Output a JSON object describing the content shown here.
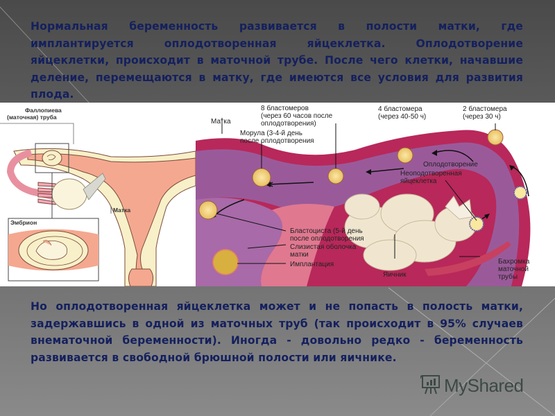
{
  "slide": {
    "top_paragraph": "Нормальная беременность развивается в полости матки, где имплантируется оплодотворенная яйцеклетка. Оплодотворение яйцеклетки, происходит в маточной трубе. После чего клетки, начавшие деление, перемещаются в матку, где имеются все условия для развития плода.",
    "bottom_paragraph": "Но оплодотворенная яйцеклетка может и не попасть в полость матки, задержавшись в одной из маточных труб (так происходит в 95% случаев внематочной беременности). Иногда - довольно редко - беременность развивается в свободной брюшной полости или яичнике.",
    "text_color": "#14205e",
    "background_color": "#5a5a5a"
  },
  "figure_left": {
    "labels": {
      "fallopian_tube_1": "Фаллопиева",
      "fallopian_tube_2": "(маточная) труба",
      "uterus": "Матка",
      "embryo": "Эмбрион"
    }
  },
  "figure_right": {
    "labels": {
      "uterus": "Матка",
      "eight_blastomeres_1": "8 бластомеров",
      "eight_blastomeres_2": "(через 60 часов после",
      "eight_blastomeres_3": "оплодотворения)",
      "morula_1": "Морула (3-4-й день",
      "morula_2": "после оплодотворения",
      "four_blastomeres_1": "4 бластомера",
      "four_blastomeres_2": "(через 40-50 ч)",
      "two_blastomeres_1": "2 бластомера",
      "two_blastomeres_2": "(через 30 ч)",
      "fertilization": "Оплодотворение",
      "unfertilized_egg_1": "Неоподотворенная",
      "unfertilized_egg_2": "яйцеклетка",
      "blastocyst_1": "Бластоциста (5-й день",
      "blastocyst_2": "после оплодотворения",
      "mucosa_1": "Слизистая оболочка",
      "mucosa_2": "матки",
      "implantation": "Имплантация",
      "ovary": "Яичник",
      "fimbriae_1": "Бахромка",
      "fimbriae_2": "маточной",
      "fimbriae_3": "трубы"
    }
  },
  "watermark": {
    "text": "MyShared",
    "icon": "presentation-board-icon"
  }
}
